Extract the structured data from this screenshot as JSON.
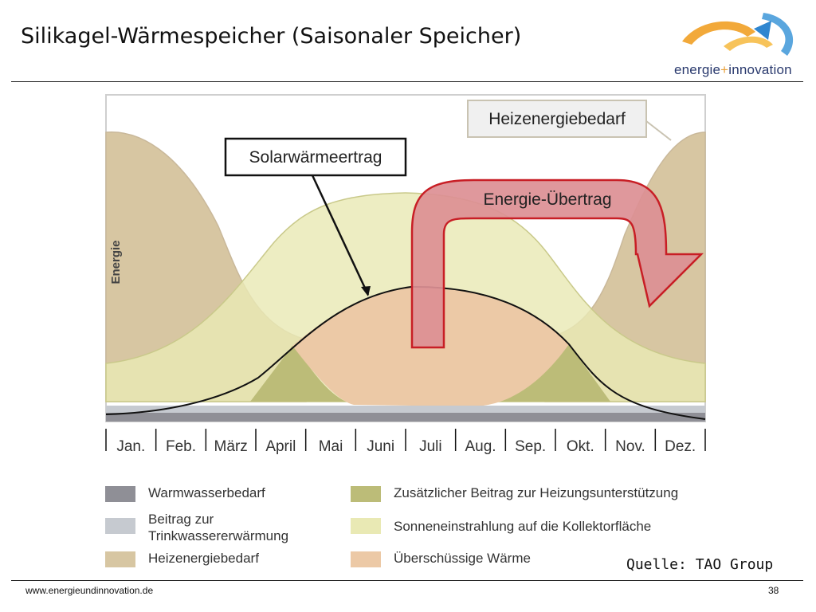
{
  "header": {
    "title": "Silikagel-Wärmespeicher (Saisonaler Speicher)"
  },
  "logo": {
    "word1": "energie",
    "plus": "+",
    "word2": "innovation"
  },
  "diagram": {
    "y_axis_label": "Energie",
    "months": [
      "Jan.",
      "Feb.",
      "März",
      "April",
      "Mai",
      "Juni",
      "Juli",
      "Aug.",
      "Sep.",
      "Okt.",
      "Nov.",
      "Dez."
    ],
    "callouts": {
      "heating_demand": "Heizenergiebedarf",
      "solar_yield": "Solarwärmeertrag",
      "energy_transfer": "Energie-Übertrag"
    }
  },
  "legend": {
    "items": [
      {
        "label": "Warmwasserbedarf",
        "color": "#8f8f96"
      },
      {
        "label": "Beitrag zur\nTrinkwassererwärmung",
        "color": "#c6cad0"
      },
      {
        "label": "Heizenergiebedarf",
        "color": "#d7c6a2"
      },
      {
        "label": "Zusätzlicher Beitrag zur Heizungsunterstützung",
        "color": "#bcbc78"
      },
      {
        "label": "Sonneneinstrahlung auf die Kollektorfläche",
        "color": "#e9e9b4"
      },
      {
        "label": "Überschüssige Wärme",
        "color": "#ecc9a6"
      }
    ]
  },
  "source": "Quelle: TAO Group",
  "footer": {
    "url": "www.energieundinnovation.de",
    "page": "38"
  },
  "colors": {
    "heating": "#d7c6a2",
    "solar": "#e9e9b4",
    "surplus": "#ecc9a6",
    "additional": "#bcbc78",
    "hot_water": "#8f8f96",
    "drinking_water": "#c6cad0",
    "arrow_fill": "#dc8f94",
    "arrow_stroke": "#c81e25"
  }
}
